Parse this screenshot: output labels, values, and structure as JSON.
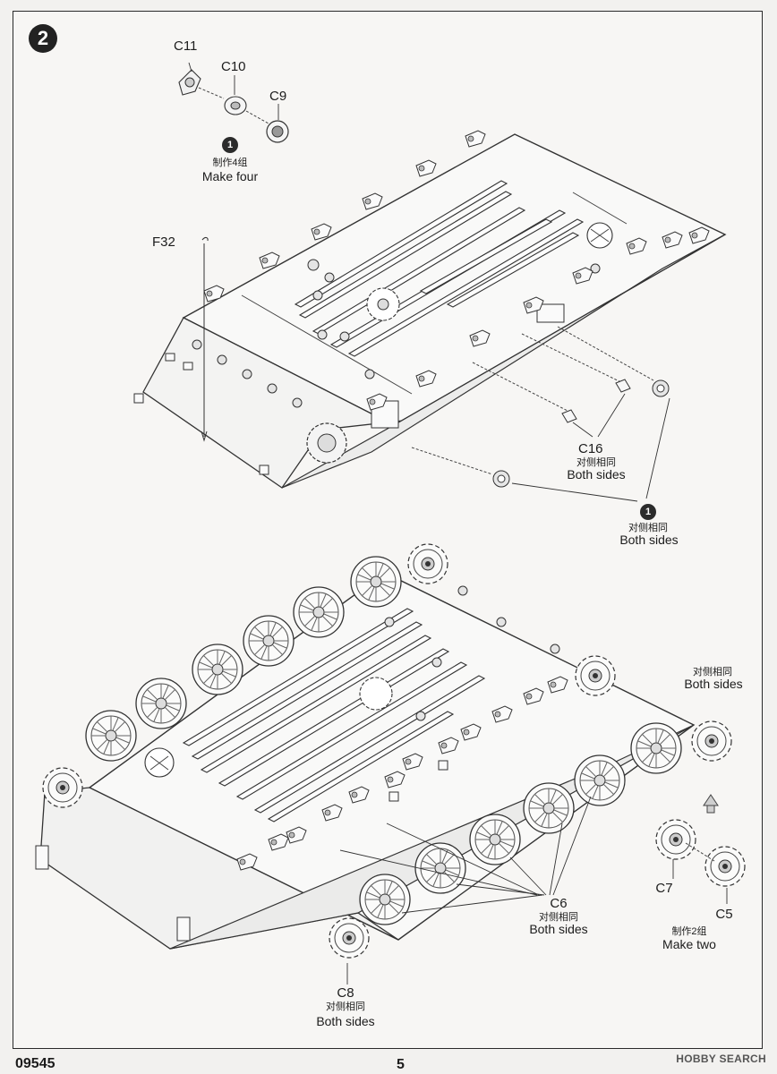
{
  "step": {
    "number": "2"
  },
  "callouts": {
    "c11": "C11",
    "c10": "C10",
    "c9": "C9",
    "f32": "F32",
    "c16": "C16",
    "c6": "C6",
    "c7": "C7",
    "c5": "C5",
    "c8": "C8"
  },
  "subassembly": {
    "badge": "1",
    "cn_make_four": "制作4组",
    "make_four": "Make four",
    "cn_make_two": "制作2组",
    "make_two": "Make two"
  },
  "notes": {
    "cn_both_sides": "对侧相同",
    "both_sides": "Both sides"
  },
  "footer": {
    "product_code": "09545",
    "page_number": "5",
    "watermark": "HOBBY SEARCH"
  }
}
